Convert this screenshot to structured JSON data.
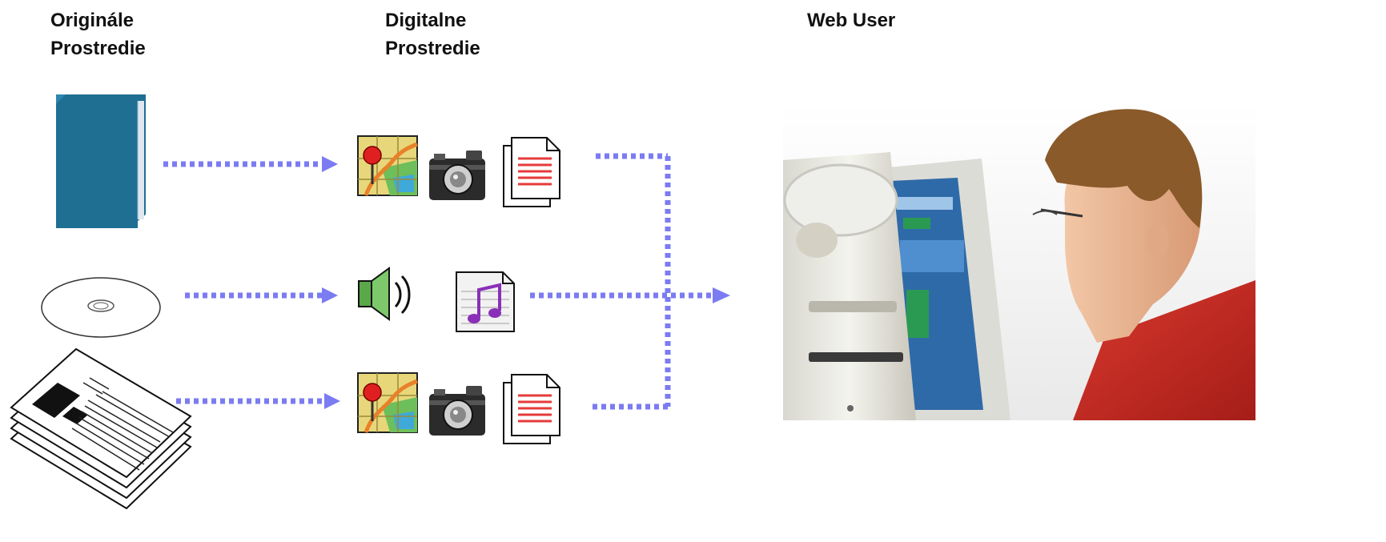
{
  "headings": {
    "original": "Originále\nProstredie",
    "digital": "Digitalne\nProstredie",
    "web_user": "Web User"
  },
  "colors": {
    "arrow": "#7b7bf2",
    "book": "#1f6f93",
    "shirt": "#c22a22",
    "doc_lines": "#e63a3a",
    "map_pin": "#e02020"
  },
  "sources": [
    {
      "name": "book",
      "icon": "book-icon"
    },
    {
      "name": "disc",
      "icon": "cd-disc-icon"
    },
    {
      "name": "newspaper",
      "icon": "newspaper-stack-icon"
    }
  ],
  "digital_rows": [
    [
      "map-icon",
      "camera-icon",
      "document-icon"
    ],
    [
      "speaker-icon",
      "music-document-icon"
    ],
    [
      "map-icon",
      "camera-icon",
      "document-icon"
    ]
  ],
  "target": {
    "icon": "web-user-photo"
  }
}
